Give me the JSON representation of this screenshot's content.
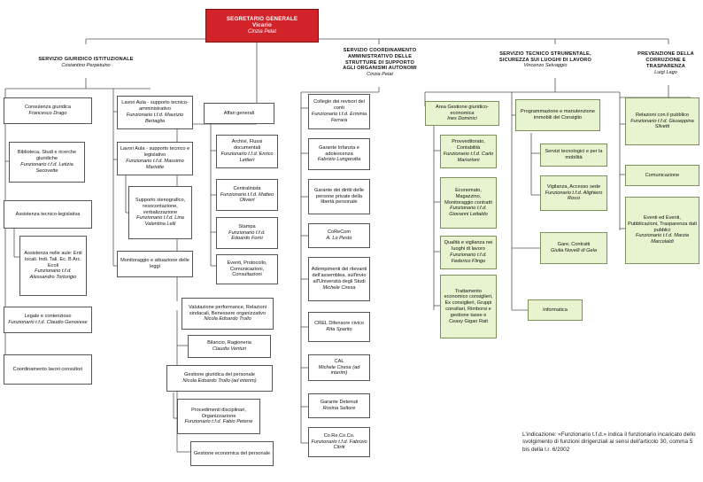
{
  "boxes": {
    "segretario": {
      "title": "SEGRETARIO GENERALE",
      "sub1": "Vicario",
      "sub2": "Cinzia Pelat"
    },
    "giuridico": {
      "title": "SERVIZIO GIURIDICO ISTITUZIONALE",
      "sub": "Costantino Perpetuino"
    },
    "coordinamento": {
      "title": "SERVIZIO COORDINAMENTO AMMINISTRATIVO DELLE STRUTTURE DI SUPPORTO AGLI ORGANISMI AUTONOMI",
      "sub": "Cinzia Pelat"
    },
    "tecnico": {
      "title": "SERVIZIO TECNICO STRUMENTALE, SICUREZZA SUI LUOGHI DI LAVORO",
      "sub": "Vincenzo Selvaggio"
    },
    "prevenzione": {
      "title": "PREVENZIONE DELLA CORRUZIONE E TRASPARENZA",
      "sub": "Luigi Lago"
    },
    "consulenza": {
      "title": "Consulenza giuridica",
      "sub": "Francesco Drago"
    },
    "biblioteca": {
      "title": "Biblioteca, Studi e ricerche giuridiche",
      "sub": "Funzionario t.f.d. Letizia Secovette"
    },
    "assistenza": {
      "title": "Assistenza tecnico-legislativa",
      "sub": ""
    },
    "assistenza_aule": {
      "title": "Assistenza nelle aule: Enti locali. Indi. Tali. Ec. B Arc. Ecoli",
      "sub": "Funzionario t.f.d. Alessandro Tortorigio"
    },
    "legale": {
      "title": "Legale e contenzioso",
      "sub": "Funzionario t.f.d. Claudio Genovese"
    },
    "coordinamento_lavori": {
      "title": "Coordinamento lavori consultori",
      "sub": ""
    },
    "lavori_aula_giuridico": {
      "title": "Lavori Aula - supporto tecnico-amministrativo",
      "sub": "Funzionario t.f.d. Maurizio Bertaglia"
    },
    "lavori_aula_legislativo": {
      "title": "Lavori Aula - supporto tecnico e legislativo",
      "sub": "Funzionario t.f.d. Massimo Mariotte"
    },
    "supporto_stenografico": {
      "title": "Supporto stenografico, resocontazione, verbalizzazione",
      "sub": "Funzionario t.f.d. Lina Valentina Lelli"
    },
    "monitoraggio": {
      "title": "Monitoraggio e attuazione delle leggi",
      "sub": ""
    },
    "affari_generali": {
      "title": "Affari generali",
      "sub": ""
    },
    "archivi": {
      "title": "Archivi, Flussi documentali",
      "sub": "Funzionario t.f.d. Enrico Lettieri"
    },
    "centralinista": {
      "title": "Centralinista",
      "sub": "Funzionario t.f.d. Matteo Olivieri"
    },
    "stampa": {
      "title": "Stampa",
      "sub": "Funzionario t.f.d. Edoardo Forni"
    },
    "eventi": {
      "title": "Eventi, Protocollo, Comunicazioni, Consultazioni",
      "sub": ""
    },
    "valutazione": {
      "title": "Valutazione performance, Relazioni sindacali, Benessere organizzativo",
      "sub": "Nicola Edoardo Trollo"
    },
    "bilancio": {
      "title": "Bilancio, Ragioneria",
      "sub": "Claudio Venturi"
    },
    "gestione_personale": {
      "title": "Gestione giuridica del personale",
      "sub": "Nicola Edoardo Trollo (ad interim)"
    },
    "procedimenti": {
      "title": "Procedimenti disciplinari, Organizzazione",
      "sub": "Funzionario t.f.d. Fabio Peterre"
    },
    "gestione_economica": {
      "title": "Gestione economica del personale",
      "sub": ""
    },
    "collegio": {
      "title": "Collegio dei revisori dei conti",
      "sub": "Funzionario t.f.d. Erminia Ferrara"
    },
    "garante_infanzia": {
      "title": "Garante Infanzia e adolescenza",
      "sub": "Fabrizio Lungarotta"
    },
    "garante_liberta": {
      "title": "Garante dei diritti delle persone private della libertà personale",
      "sub": ""
    },
    "corecom": {
      "title": "CoReCom",
      "sub": "A. Lo Pesto"
    },
    "adempimenti": {
      "title": "Adempimenti dei rilevanti dell'assemblea, sull'invio all'Università degli Studi",
      "sub": "Michele Ciresa"
    },
    "crel": {
      "title": "CREL Difensore civico",
      "sub": "Rita Sparito"
    },
    "cal": {
      "title": "CAL",
      "sub": "Michele Ciresa (ad interim)"
    },
    "garante_detenuti": {
      "title": "Garante Detenuti",
      "sub": "Rosina Seltore"
    },
    "corecom2": {
      "title": "Co.Re.Co.Co.",
      "sub": "Funzionario t.f.d. Fabrizio Citriti"
    },
    "area_gestione": {
      "title": "Area Gestione giuridico-economica",
      "sub": "Ines Dominici"
    },
    "provveditorato": {
      "title": "Provveditorato, Contabilità",
      "sub": "Funzionario t.f.d. Carlo Mariortoni"
    },
    "economato": {
      "title": "Economato, Magazzino, Monitoraggio contratti",
      "sub": "Funzionario t.f.d. Giovanni Lettaldo"
    },
    "qualita": {
      "title": "Qualità e vigilanza nei luoghi di lavoro",
      "sub": "Funzionario t.f.d. Federico Flingo"
    },
    "trattamento": {
      "title": "Trattamento economico consiglieri, Ex consiglieri, Gruppi consiliari, Rimborsi e gestione tasse e Ceasy Gigan Rait",
      "sub": ""
    },
    "programmazione": {
      "title": "Programmazione e manutenzione immobili del Consiglio",
      "sub": ""
    },
    "servizi_tecnologici": {
      "title": "Servizi tecnologici e per la mobilità",
      "sub": ""
    },
    "vigilanza": {
      "title": "Vigilanza, Accesso sede",
      "sub": "Funzionario t.f.d. Alighiero Rossi"
    },
    "gare": {
      "title": "Gare, Contratti",
      "sub": "Giulia Novelli di Gela"
    },
    "informatica": {
      "title": "Informatica",
      "sub": ""
    },
    "relazioni": {
      "title": "Relazioni con il pubblico",
      "sub": "Funzionario t.f.d. Giuseppina Silvetti"
    },
    "comunicazione": {
      "title": "Comunicazione",
      "sub": ""
    },
    "eventi_pubblicazioni": {
      "title": "Eventi ed Eventi, Pubblicazioni, Trasparenza dati pubblici",
      "sub": "Funzionario t.f.d. Marzia Marcolaldi"
    }
  },
  "note": "L'indicazione: «Funzionario t.f.d.» indica il funzionario incaricato dello svolgimento di funzioni dirigenziali ai sensi dell'articolo 30, comma 5 bis della l.r. 6/2002"
}
